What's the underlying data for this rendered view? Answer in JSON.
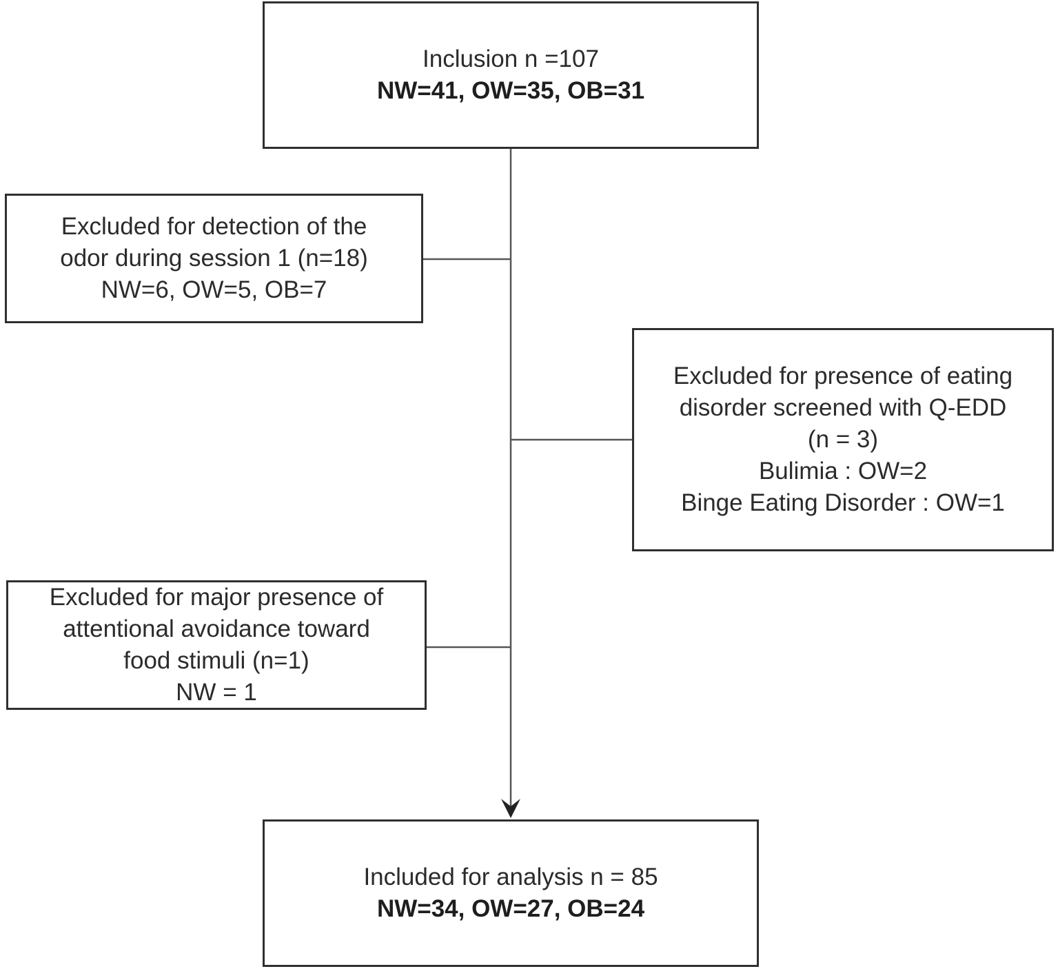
{
  "flowchart": {
    "inclusion": {
      "line1": "Inclusion n =107",
      "line2": "NW=41, OW=35, OB=31"
    },
    "excluded_odor": {
      "line1": "Excluded for detection of the",
      "line2": "odor during session 1 (n=18)",
      "line3": "NW=6, OW=5, OB=7"
    },
    "excluded_eating_disorder": {
      "line1": "Excluded for presence of eating",
      "line2": "disorder screened with Q-EDD",
      "line3": "(n = 3)",
      "line4": "Bulimia : OW=2",
      "line5": "Binge Eating Disorder : OW=1"
    },
    "excluded_attention": {
      "line1": "Excluded for  major presence of",
      "line2": "attentional avoidance toward",
      "line3": "food stimuli (n=1)",
      "line4": "NW = 1"
    },
    "included": {
      "line1": "Included for analysis n = 85",
      "line2": "NW=34, OW=27, OB=24"
    }
  }
}
